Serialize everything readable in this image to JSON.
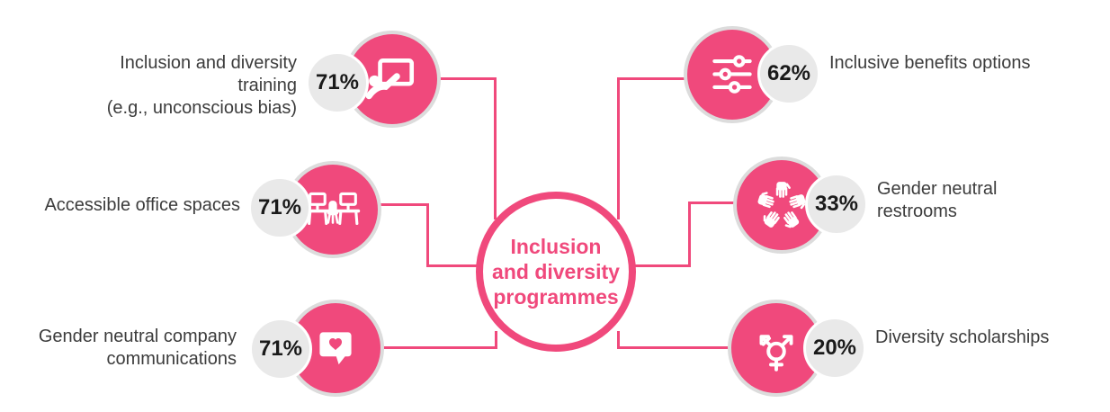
{
  "center": {
    "lines": [
      "Inclusion",
      "and diversity",
      "programmes"
    ]
  },
  "items": [
    {
      "id": "training",
      "side": "left",
      "lines": [
        "Inclusion and diversity",
        "training",
        "(e.g., unconscious bias)"
      ],
      "pct": "71%",
      "icon": "presentation-board-icon"
    },
    {
      "id": "office-spaces",
      "side": "left",
      "lines": [
        "Accessible office spaces"
      ],
      "pct": "71%",
      "icon": "office-desks-icon"
    },
    {
      "id": "communications",
      "side": "left",
      "lines": [
        "Gender neutral company",
        "communications"
      ],
      "pct": "71%",
      "icon": "chat-heart-icon"
    },
    {
      "id": "benefits",
      "side": "right",
      "lines": [
        "Inclusive benefits options"
      ],
      "pct": "62%",
      "icon": "sliders-icon"
    },
    {
      "id": "restrooms",
      "side": "right",
      "lines": [
        "Gender neutral",
        "restrooms"
      ],
      "pct": "33%",
      "icon": "hands-circle-icon"
    },
    {
      "id": "scholarships",
      "side": "right",
      "lines": [
        "Diversity scholarships"
      ],
      "pct": "20%",
      "icon": "transgender-symbol-icon"
    }
  ],
  "colors": {
    "pink": "#F0497C",
    "circle_ring": "#DCDCDC",
    "badge_bg": "#E9E9E9",
    "badge_border": "#FFFFFF",
    "label_text": "#3C3C3C",
    "pct_text": "#1A1A1A",
    "background": "#FFFFFF"
  }
}
